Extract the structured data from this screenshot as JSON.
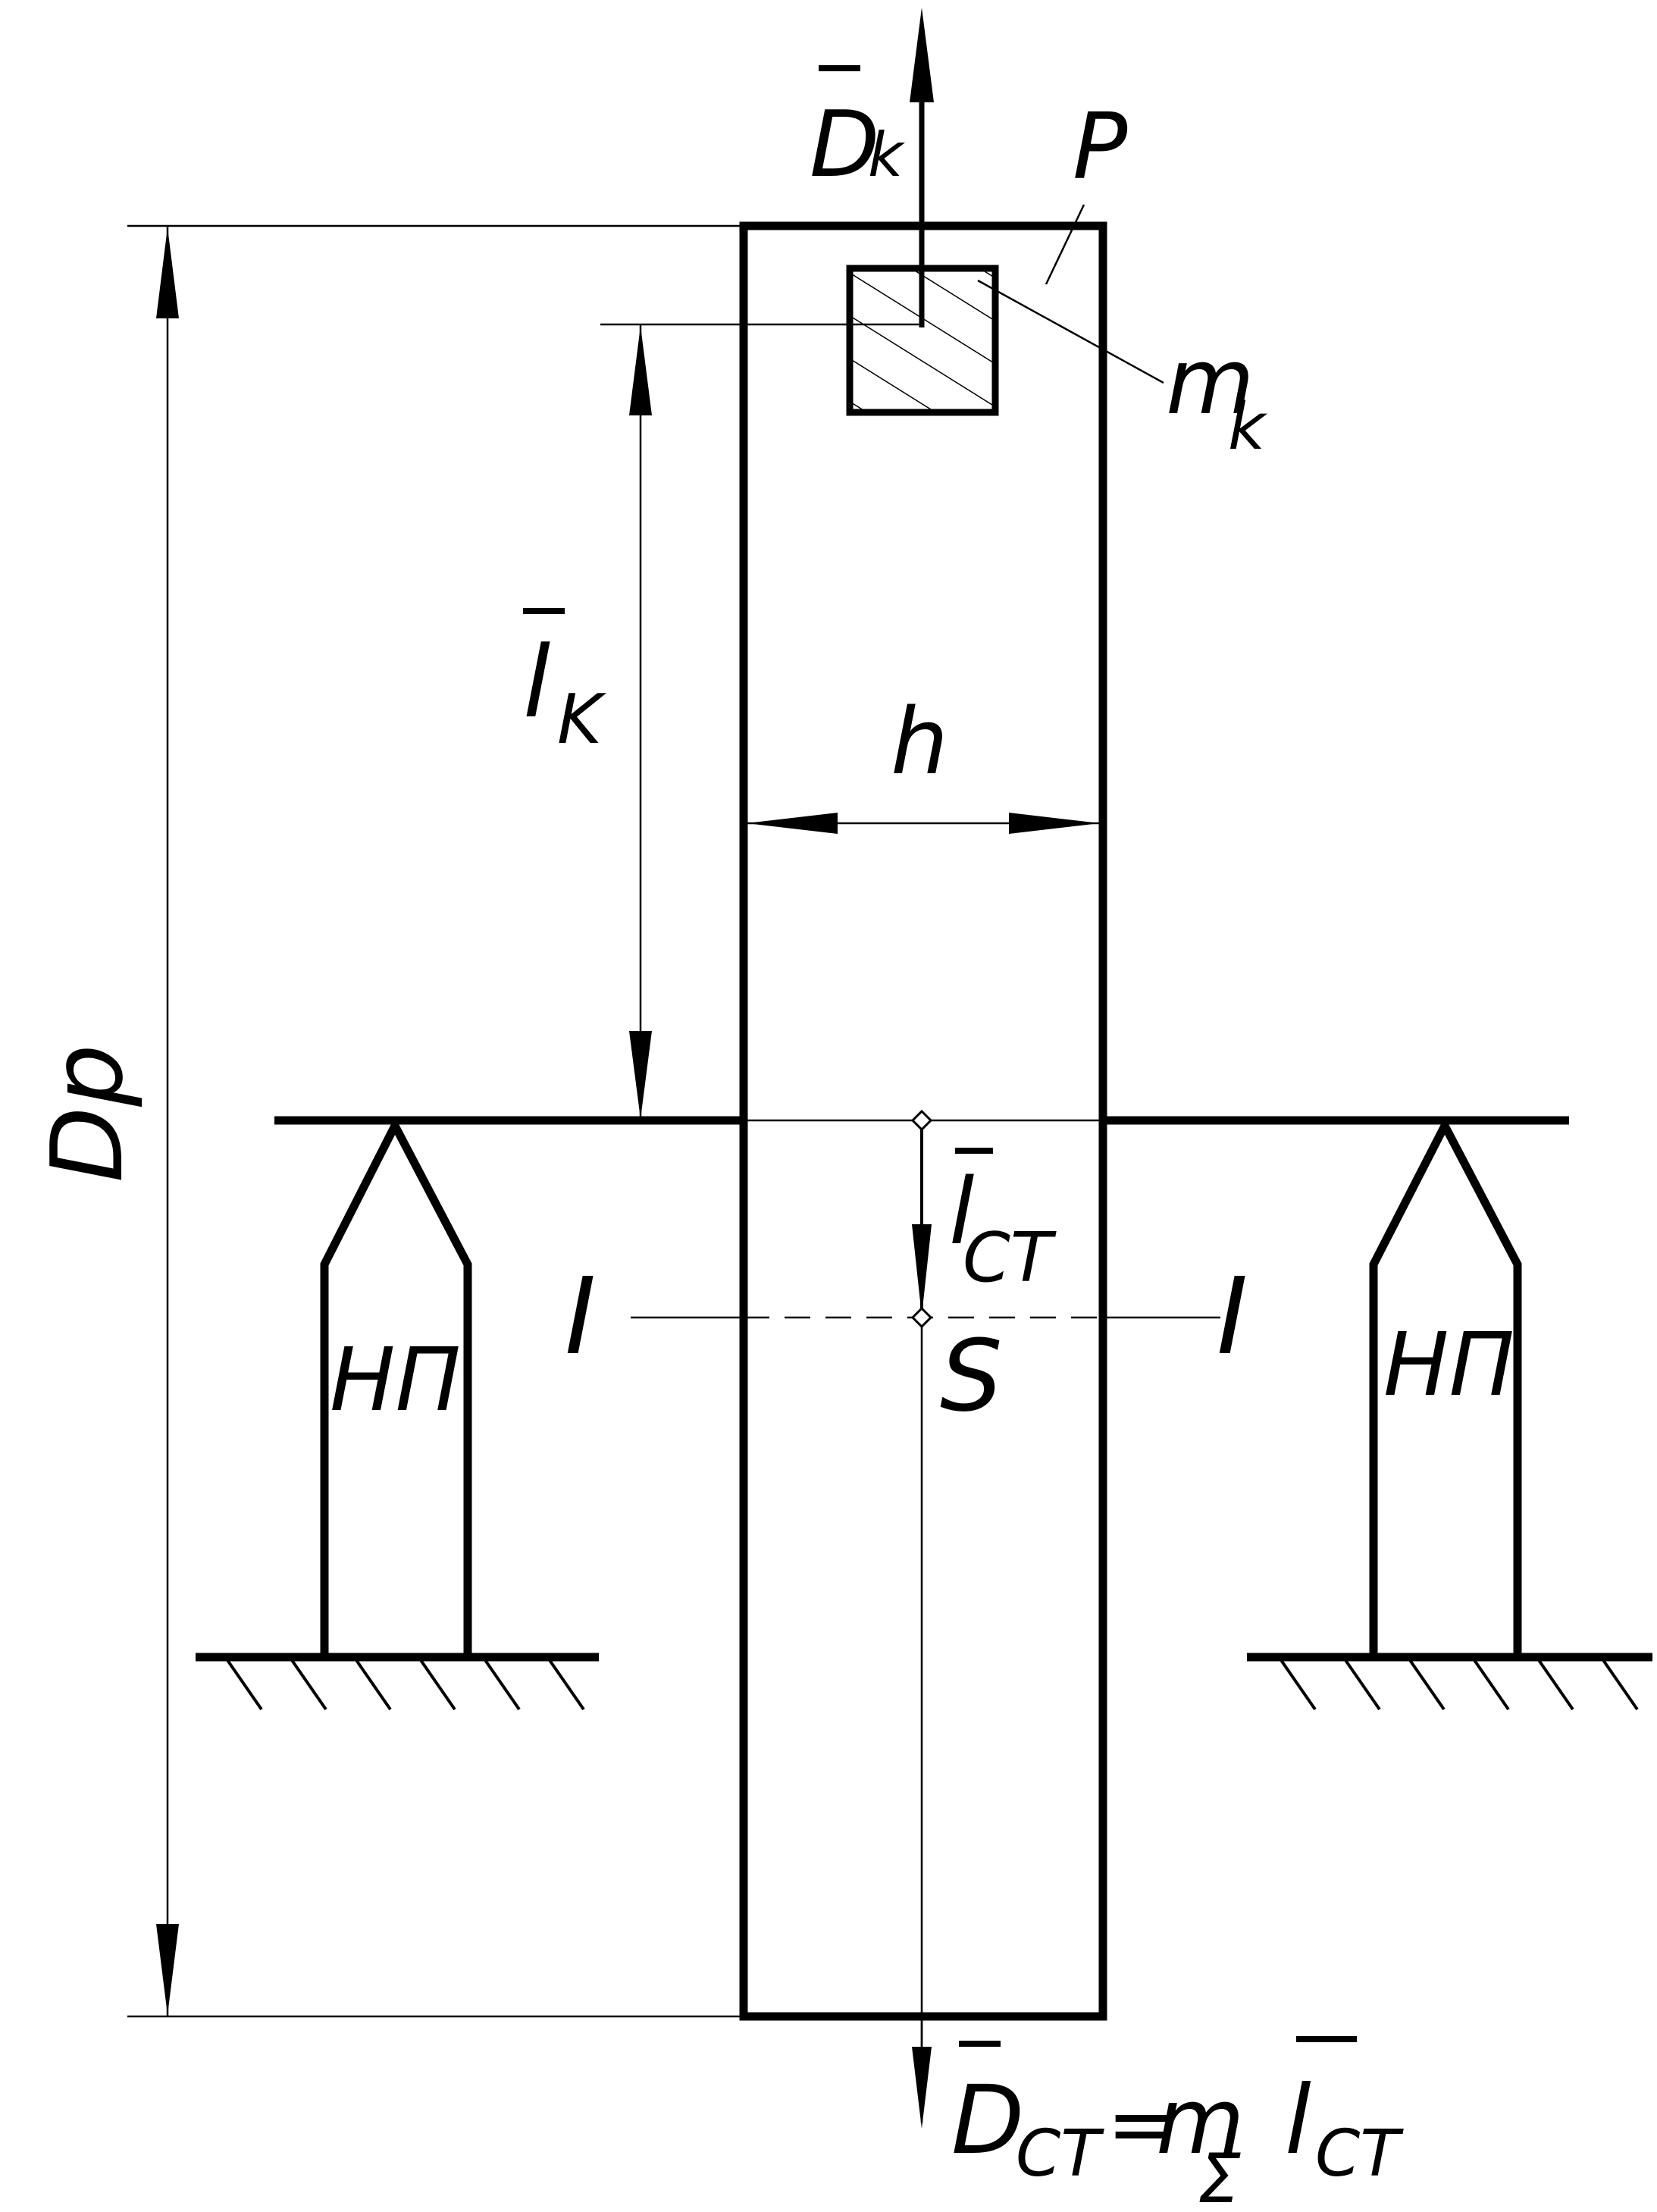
{
  "labels": {
    "rotor": "P",
    "correction_mass": "m",
    "correction_mass_sub": "k",
    "imbalance_vector": "D",
    "imbalance_vector_sub": "k",
    "correction_radius": "l",
    "correction_radius_sub": "K",
    "width": "h",
    "diameter": "Dp",
    "static_eccentricity": "l",
    "static_eccentricity_sub": "CT",
    "axis_left": "I",
    "axis_right": "I",
    "center_of_mass": "S",
    "support_left": "НП",
    "support_right": "НП",
    "formula_D": "D",
    "formula_D_sub": "CT",
    "formula_eq": "=",
    "formula_m": "m",
    "formula_m_sub": "Σ",
    "formula_l": "l",
    "formula_l_sub": "CT"
  }
}
